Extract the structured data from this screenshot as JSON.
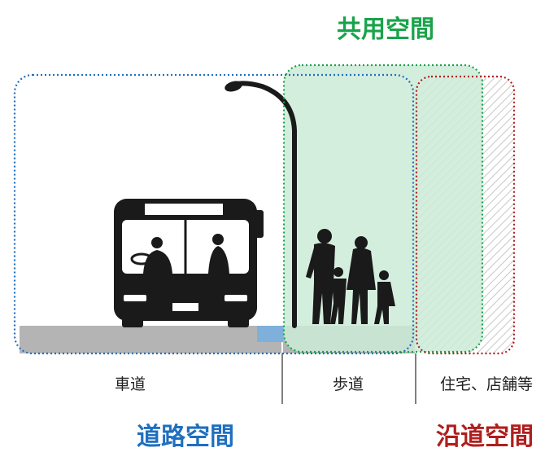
{
  "labels": {
    "shared_space": "共用空間",
    "road_space": "道路空間",
    "roadside_space": "沿道空間",
    "roadway": "車道",
    "sidewalk": "歩道",
    "buildings": "住宅、店舗等"
  },
  "colors": {
    "shared": "#1aa34a",
    "road": "#1f6fbf",
    "roadside": "#b01e1e",
    "shared_fill": "#cdebd8",
    "ground": "#b4b4b4",
    "silhouette": "#1a1a1a",
    "curb_blue": "#7fb0dc"
  },
  "icons": [
    "bus-icon",
    "street-lamp-icon",
    "family-icon"
  ]
}
